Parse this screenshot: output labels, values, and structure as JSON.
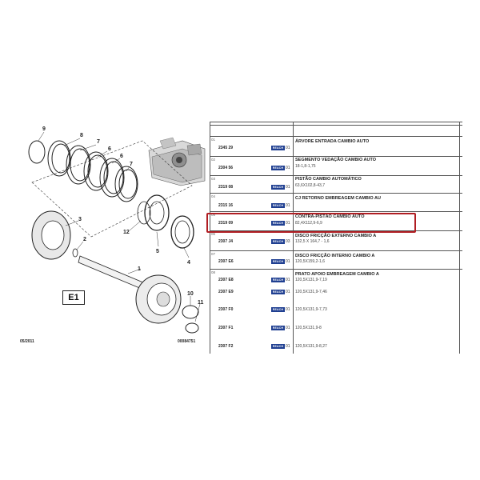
{
  "diagram": {
    "callouts": [
      "9",
      "8",
      "7",
      "6",
      "6",
      "7",
      "3",
      "2",
      "12",
      "5",
      "4",
      "1",
      "10",
      "11"
    ],
    "figure_label": "E1",
    "date": "05/2011",
    "code": "00084751"
  },
  "table": {
    "badge_text": "REACH",
    "rows": [
      {
        "idx": "01",
        "ref": "2345 29",
        "qty": "01",
        "desc": "ÁRVORE ENTRADA CAMBIO AUTO",
        "dim": ""
      },
      {
        "idx": "02",
        "ref": "2304 56",
        "qty": "01",
        "desc": "SEGMENTO VEDAÇÃO CAMBIO AUTO",
        "dim": "18-1,8-1,75"
      },
      {
        "idx": "03",
        "ref": "2319 08",
        "qty": "01",
        "desc": "PISTÃO CAMBIO AUTOMÁTICO",
        "dim": "63,6X102,8-43,7"
      },
      {
        "idx": "04",
        "ref": "2315 16",
        "qty": "01",
        "desc": "CJ RETORNO EMBREAGEM CAMBIO AU",
        "dim": ""
      },
      {
        "idx": "05",
        "ref": "2319 09",
        "qty": "01",
        "desc": "CONTRA-PISTÃO CAMBIO AUTO",
        "dim": "82,4X112,9-6,9"
      },
      {
        "idx": "06",
        "ref": "2307 J4",
        "qty": "03",
        "desc": "DISCO FRICÇÃO EXTERNO CAMBIO A",
        "dim": "132,5 X 164,7 - 1,6"
      },
      {
        "idx": "07",
        "ref": "2307 E6",
        "qty": "01",
        "desc": "DISCO FRICÇÃO INTERNO CAMBIO A",
        "dim": "120,5X159,2-1,6"
      },
      {
        "idx": "08",
        "ref": "2307 E8",
        "qty": "01",
        "desc": "PRATO APOIO EMBREAGEM CAMBIO A",
        "dim": "120,5X131,9-7,19"
      }
    ],
    "sub_rows": [
      {
        "ref": "2307 E9",
        "qty": "01",
        "dim": "120,5X131,9-7,46"
      },
      {
        "ref": "2307 F0",
        "qty": "01",
        "dim": "120,5X131,9-7,73"
      },
      {
        "ref": "2307 F1",
        "qty": "01",
        "dim": "120,5X131,9-8"
      },
      {
        "ref": "2307 F2",
        "qty": "01",
        "dim": "120,5X131,9-8,27"
      }
    ],
    "highlighted_ref": "2319 09"
  },
  "colors": {
    "badge": "#1f3f91",
    "highlight": "#b01e23",
    "line": "#555555"
  }
}
